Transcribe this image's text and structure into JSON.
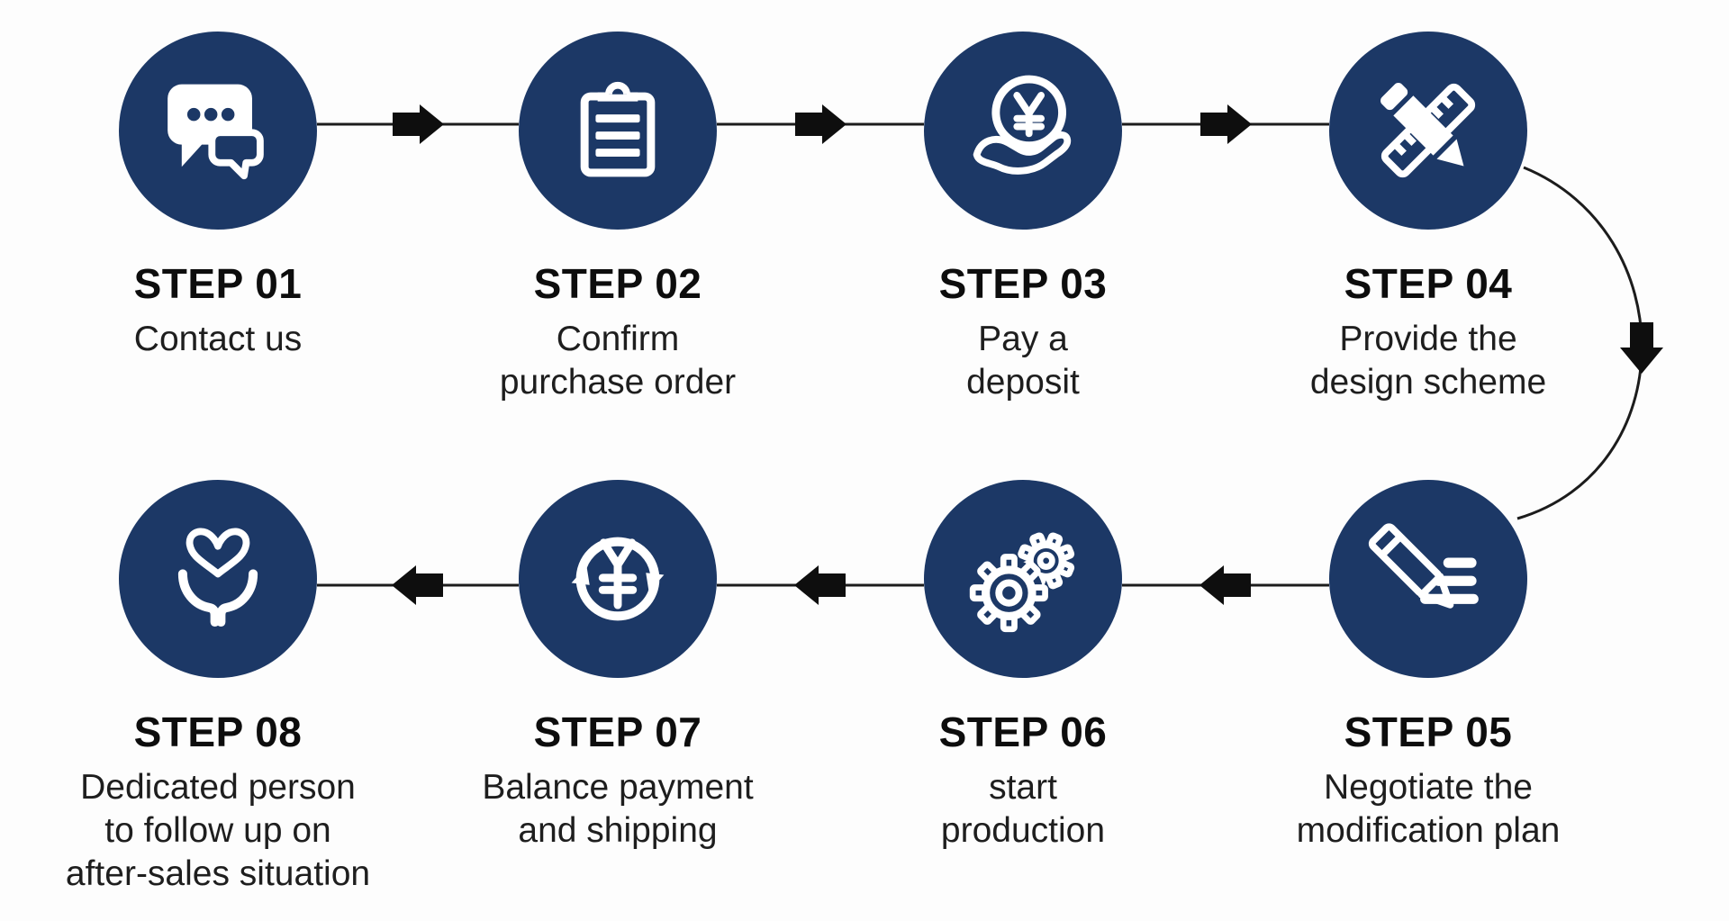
{
  "colors": {
    "circle_fill": "#1c3866",
    "icon_stroke": "#ffffff",
    "label_color": "#0d0d0d",
    "description_color": "#1e1e1e",
    "connector_color": "#161616",
    "background": "#fdfdfd"
  },
  "steps": [
    {
      "label": "STEP 01",
      "description": "Contact us",
      "lines": [
        "Contact us"
      ],
      "icon": "chat-bubbles-icon"
    },
    {
      "label": "STEP 02",
      "description": "Confirm purchase order",
      "lines": [
        "Confirm",
        "purchase order"
      ],
      "icon": "clipboard-icon"
    },
    {
      "label": "STEP 03",
      "description": "Pay a deposit",
      "lines": [
        "Pay a",
        "deposit"
      ],
      "icon": "hand-coin-yen-icon"
    },
    {
      "label": "STEP 04",
      "description": "Provide the design scheme",
      "lines": [
        "Provide the",
        "design scheme"
      ],
      "icon": "pencil-ruler-icon"
    },
    {
      "label": "STEP 05",
      "description": "Negotiate the modification plan",
      "lines": [
        "Negotiate the",
        "modification plan"
      ],
      "icon": "pencil-writing-icon"
    },
    {
      "label": "STEP 06",
      "description": "start production",
      "lines": [
        "start",
        "production"
      ],
      "icon": "gears-icon"
    },
    {
      "label": "STEP 07",
      "description": "Balance payment and shipping",
      "lines": [
        "Balance payment",
        "and shipping"
      ],
      "icon": "yen-refresh-icon"
    },
    {
      "label": "STEP 08",
      "description": "Dedicated person to follow up on after-sales situation",
      "lines": [
        "Dedicated person",
        "to follow up on",
        "after-sales situation"
      ],
      "icon": "hands-heart-icon"
    }
  ],
  "connectors": [
    {
      "from": "STEP 01",
      "to": "STEP 02",
      "direction": "right"
    },
    {
      "from": "STEP 02",
      "to": "STEP 03",
      "direction": "right"
    },
    {
      "from": "STEP 03",
      "to": "STEP 04",
      "direction": "right"
    },
    {
      "from": "STEP 04",
      "to": "STEP 05",
      "direction": "curved-down"
    },
    {
      "from": "STEP 05",
      "to": "STEP 06",
      "direction": "left"
    },
    {
      "from": "STEP 06",
      "to": "STEP 07",
      "direction": "left"
    },
    {
      "from": "STEP 07",
      "to": "STEP 08",
      "direction": "left"
    }
  ]
}
